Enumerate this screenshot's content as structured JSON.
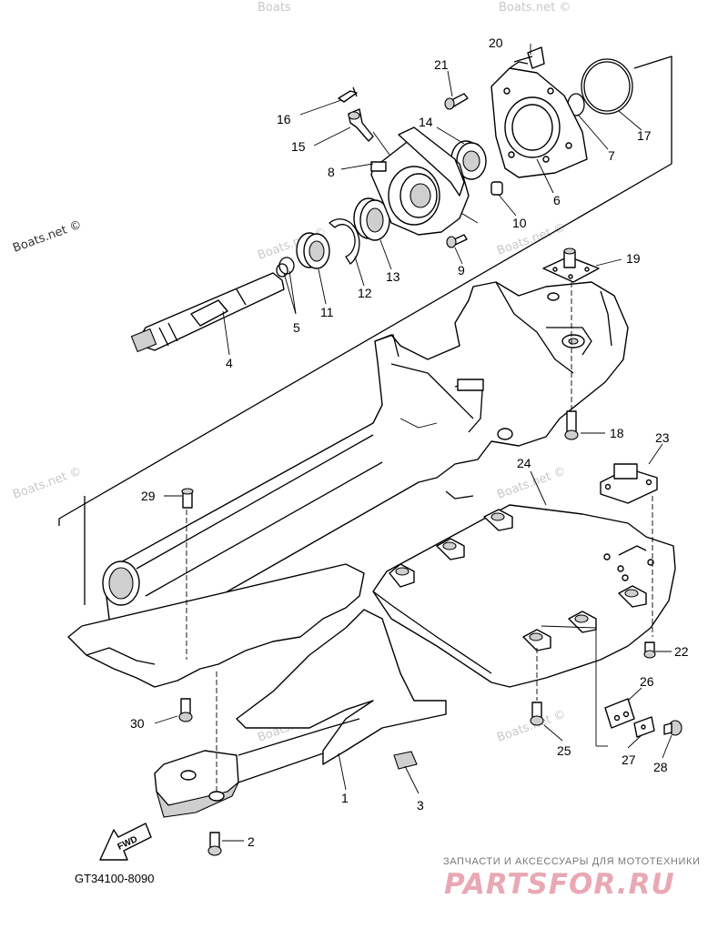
{
  "diagram": {
    "code": "GT34100-8090",
    "fwd_label": "FWD",
    "callouts": [
      {
        "id": "c1",
        "label": "1"
      },
      {
        "id": "c2",
        "label": "2"
      },
      {
        "id": "c3",
        "label": "3"
      },
      {
        "id": "c4",
        "label": "4"
      },
      {
        "id": "c5",
        "label": "5"
      },
      {
        "id": "c6",
        "label": "6"
      },
      {
        "id": "c7",
        "label": "7"
      },
      {
        "id": "c8",
        "label": "8"
      },
      {
        "id": "c9",
        "label": "9"
      },
      {
        "id": "c10",
        "label": "10"
      },
      {
        "id": "c11",
        "label": "11"
      },
      {
        "id": "c12",
        "label": "12"
      },
      {
        "id": "c13",
        "label": "13"
      },
      {
        "id": "c14",
        "label": "14"
      },
      {
        "id": "c15",
        "label": "15"
      },
      {
        "id": "c16",
        "label": "16"
      },
      {
        "id": "c17",
        "label": "17"
      },
      {
        "id": "c18",
        "label": "18"
      },
      {
        "id": "c19",
        "label": "19"
      },
      {
        "id": "c20",
        "label": "20"
      },
      {
        "id": "c21",
        "label": "21"
      },
      {
        "id": "c22",
        "label": "22"
      },
      {
        "id": "c23",
        "label": "23"
      },
      {
        "id": "c24",
        "label": "24"
      },
      {
        "id": "c25",
        "label": "25"
      },
      {
        "id": "c26",
        "label": "26"
      },
      {
        "id": "c27",
        "label": "27"
      },
      {
        "id": "c28",
        "label": "28"
      },
      {
        "id": "c29",
        "label": "29"
      },
      {
        "id": "c30",
        "label": "30"
      }
    ]
  },
  "watermark": {
    "text": "Boats.net ©",
    "short_text": "Boats"
  },
  "banner": {
    "tagline": "ЗАПЧАСТИ И АКСЕССУАРЫ ДЛЯ МОТОТЕХНИКИ",
    "logo": "PARTSFOR.RU",
    "logo_color": "#e8a8b4"
  }
}
